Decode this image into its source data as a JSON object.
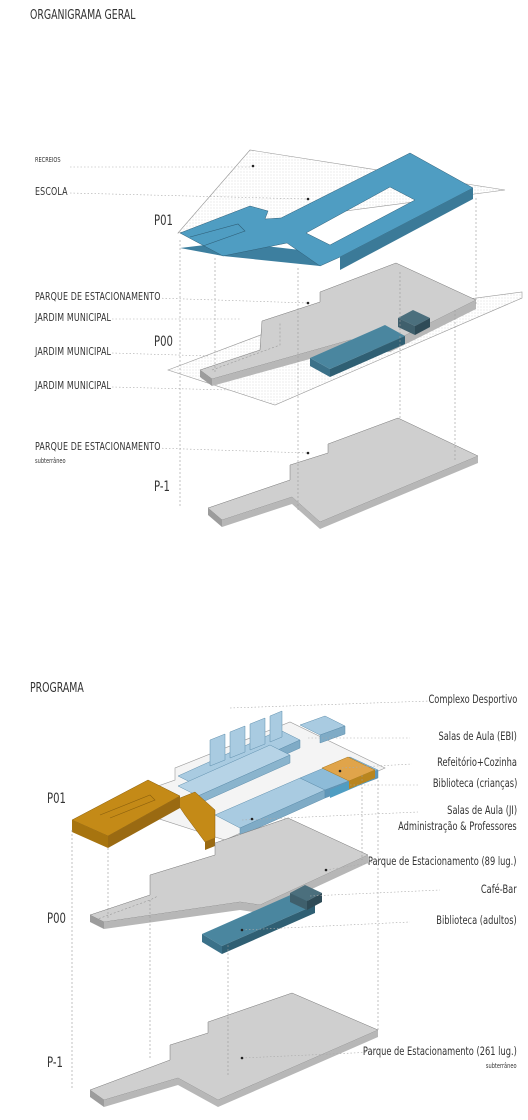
{
  "top": {
    "title": "ORGANIGRAMA GERAL",
    "labels": {
      "recreios": "RECREIOS",
      "escola": "ESCOLA",
      "parque": "PARQUE DE ESTACIONAMENTO",
      "jardim1": "JARDIM MUNICIPAL",
      "jardim2": "JARDIM MUNICIPAL",
      "jardim3": "JARDIM MUNICIPAL",
      "parque_sub": "PARQUE DE ESTACIONAMENTO",
      "subterraneo": "subterrâneo"
    },
    "levels": {
      "p01": "P01",
      "p00": "P00",
      "pm1": "P-1"
    }
  },
  "bottom": {
    "title": "PROGRAMA",
    "labels": {
      "complexo": "Complexo Desportivo",
      "salas_ebi": "Salas de Aula (EBI)",
      "refeitorio": "Refeitório+Cozinha",
      "biblioteca_criancas": "Biblioteca (crianças)",
      "salas_ji": "Salas de Aula (JI)",
      "administracao": "Administração & Professores",
      "parque89": "Parque de Estacionamento (89 lug.)",
      "cafe": "Café-Bar",
      "biblioteca_adultos": "Biblioteca (adultos)",
      "parque261": "Parque de Estacionamento (261 lug.)",
      "subterraneo": "subterrâneo"
    },
    "levels": {
      "p01": "P01",
      "p00": "P00",
      "pm1": "P-1"
    }
  },
  "colors": {
    "school_blue": "#4f9dc2",
    "library_dark": "#3b7189",
    "cafe_dark": "#3f5f6c",
    "light_blue": "#a9cbe1",
    "admin_orange": "#c48a17",
    "refeitorio_orange": "#e0a44a",
    "slab_grey": "#cfcfcf"
  }
}
